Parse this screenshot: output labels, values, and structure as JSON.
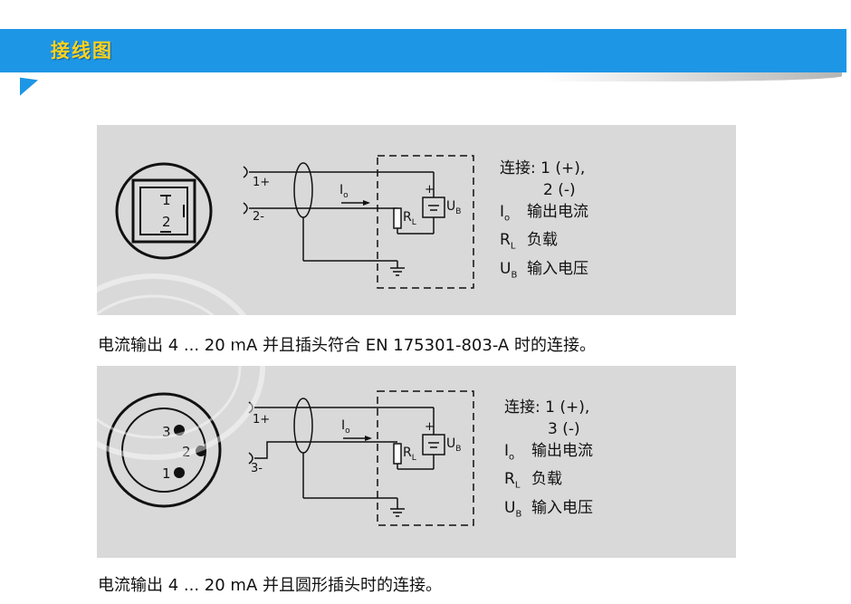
{
  "header": {
    "title": "接线图"
  },
  "diagrams": [
    {
      "terminals": [
        "1+",
        "2-"
      ],
      "connector_pins": [
        "1",
        "2"
      ],
      "current_label": "I",
      "current_sub": "o",
      "resistor_label": "R",
      "resistor_sub": "L",
      "supply_label": "U",
      "supply_sub": "B",
      "plus_sign": "+",
      "legend": {
        "connect_title": "连接: 1 (+),",
        "connect_second": "2 (-)",
        "items": [
          {
            "sym": "I",
            "sub": "o",
            "text": "输出电流"
          },
          {
            "sym": "R",
            "sub": "L",
            "text": "负载"
          },
          {
            "sym": "U",
            "sub": "B",
            "text": "输入电压"
          }
        ]
      },
      "caption": "电流输出 4 ... 20 mA 并且插头符合 EN 175301-803-A 时的连接。"
    },
    {
      "terminals": [
        "1+",
        "3-"
      ],
      "connector_pins": [
        "3",
        "2",
        "1"
      ],
      "current_label": "I",
      "current_sub": "o",
      "resistor_label": "R",
      "resistor_sub": "L",
      "supply_label": "U",
      "supply_sub": "B",
      "plus_sign": "+",
      "legend": {
        "connect_title": "连接: 1 (+),",
        "connect_second": "3 (-)",
        "items": [
          {
            "sym": "I",
            "sub": "o",
            "text": "输出电流"
          },
          {
            "sym": "R",
            "sub": "L",
            "text": "负载"
          },
          {
            "sym": "U",
            "sub": "B",
            "text": "输入电压"
          }
        ]
      },
      "caption": "电流输出 4 ... 20 mA 并且圆形插头时的连接。"
    }
  ],
  "colors": {
    "header_bg": "#1e96e6",
    "header_text": "#ffd21e",
    "panel_bg": "#d9d9d9"
  }
}
